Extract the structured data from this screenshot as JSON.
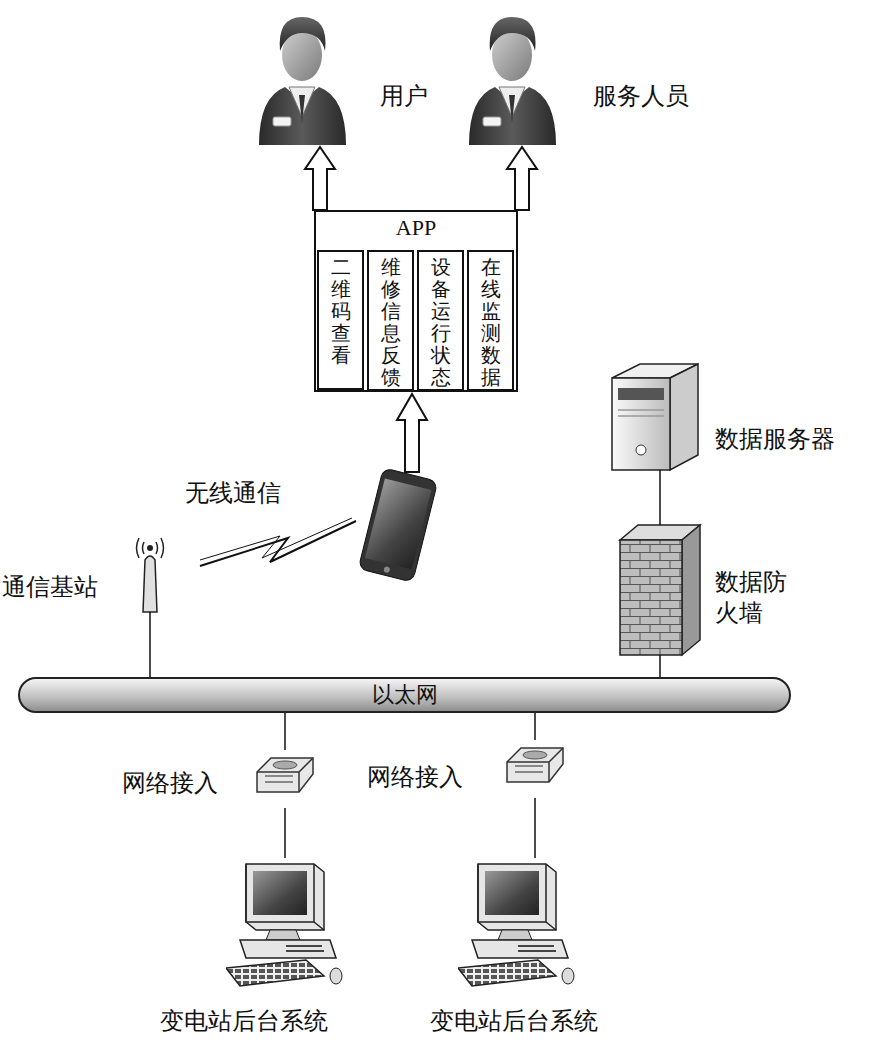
{
  "diagram": {
    "nodes": [
      {
        "text": [
          "用户"
        ]
      },
      {
        "text": [
          "服务人员"
        ]
      },
      {
        "text": [
          "APP"
        ]
      },
      {
        "text": [
          "二维码查看"
        ],
        "in": 2
      },
      {
        "text": [
          "维修信息反馈"
        ],
        "in": 2
      },
      {
        "text": [
          "设备运行状态"
        ],
        "in": 2
      },
      {
        "text": [
          "在线监测数据"
        ],
        "in": 2
      },
      {
        "text": [
          "通信基站"
        ]
      },
      {
        "text": [
          "数据服务器"
        ]
      },
      {
        "text": [
          "数据防火墙"
        ]
      },
      {
        "text": [
          "以太网"
        ]
      },
      {
        "text": [
          "网络接入"
        ]
      },
      {
        "text": [
          "网络接入"
        ]
      },
      {
        "text": [
          "变电站后台系统"
        ]
      },
      {
        "text": [
          "变电站后台系统"
        ]
      }
    ],
    "edges": [
      {
        "from": 2,
        "to": 0,
        "arrow": "to"
      },
      {
        "from": 2,
        "to": 1,
        "arrow": "to"
      },
      {
        "from": 7,
        "to": 10,
        "arrow": "none"
      },
      {
        "from": 8,
        "to": 9,
        "arrow": "none"
      },
      {
        "from": 9,
        "to": 10,
        "arrow": "none"
      },
      {
        "from": 10,
        "to": 11,
        "arrow": "none"
      },
      {
        "from": 10,
        "to": 12,
        "arrow": "none"
      },
      {
        "from": 11,
        "to": 13,
        "arrow": "none"
      },
      {
        "from": 12,
        "to": 14,
        "arrow": "none"
      }
    ],
    "labels": [
      "无线通信"
    ]
  }
}
